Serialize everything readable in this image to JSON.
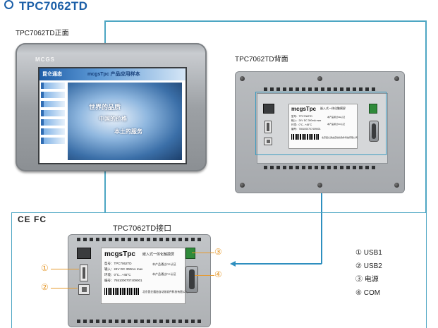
{
  "title": "TPC7062TD",
  "front": {
    "label": "TPC7062TD正面",
    "brand": "MCGS",
    "screen": {
      "logo": "昆仑通态",
      "app_title": "mcgsTpc 产品应用样本",
      "line1": "世界的品质",
      "line2": "中国的价格",
      "line3": "本土的服务"
    }
  },
  "back": {
    "label": "TPC7062TD背面"
  },
  "sticker": {
    "brand": "mcgsTpc",
    "product_name": "嵌入式一体化触摸屏",
    "model": "型号：TPC7062TD",
    "power": "输入：24V DC 300mA max",
    "temp": "环境：0°C...+45°C",
    "serial": "编号：7651000707409001",
    "maker": "北京昆仑通态自动化软件科技有限公司",
    "fc_note": "本产品通过FC认证",
    "ce_note": "本产品通过CE认证"
  },
  "certs": "CE FC",
  "interface": {
    "label": "TPC7062TD接口",
    "callouts": [
      "①",
      "②",
      "③",
      "④"
    ]
  },
  "legend": [
    "① USB1",
    "② USB2",
    "③ 电源",
    "④ COM"
  ],
  "colors": {
    "title_blue": "#1b5fa8",
    "connector": "#4da6c3",
    "callout_orange": "#e69a2e",
    "arrow_blue": "#2e8fbf"
  }
}
